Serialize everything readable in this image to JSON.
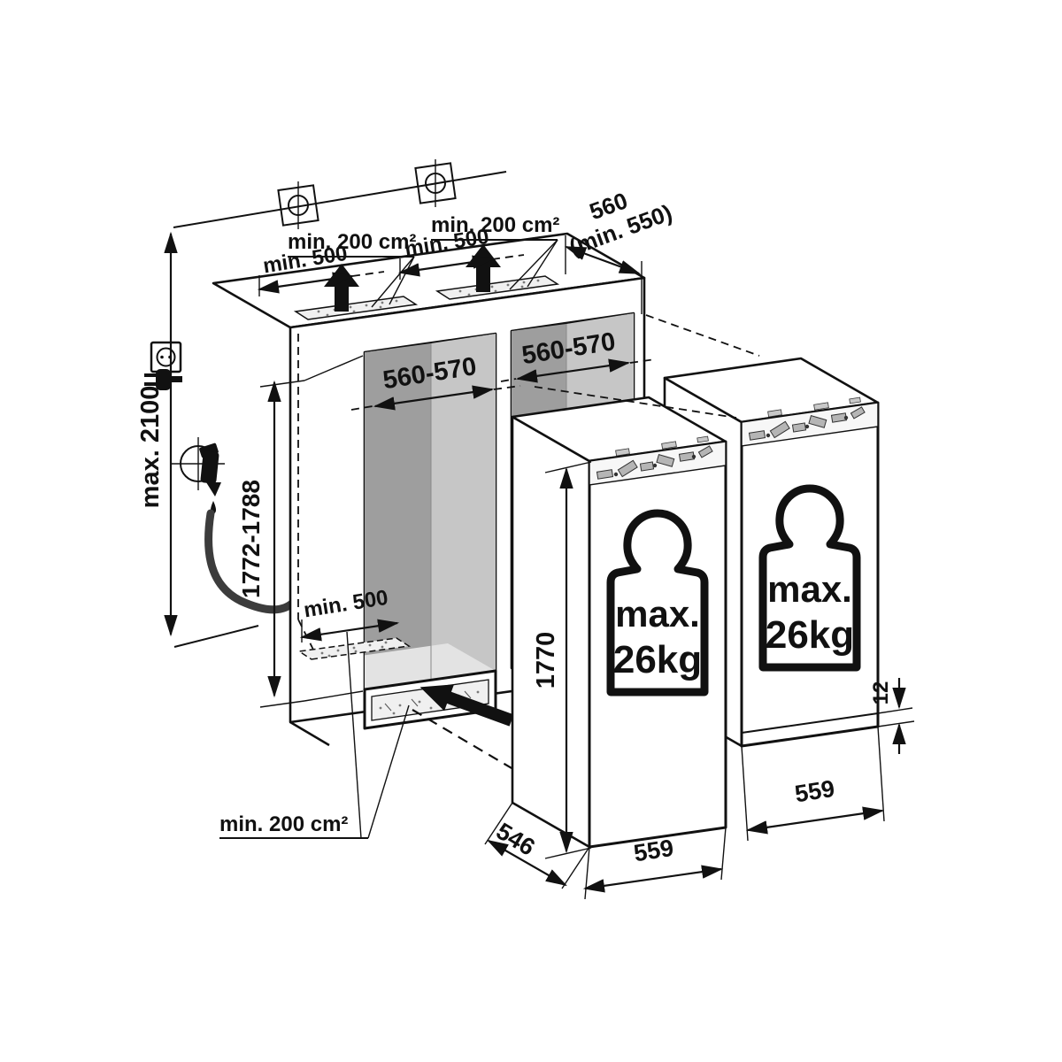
{
  "diagram": {
    "type": "built-in refrigerator installation drawing",
    "colors": {
      "line": "#111111",
      "niche_side_wall": "#9e9e9e",
      "niche_back_wall": "#c6c6c6",
      "niche_floor": "#e3e3e3",
      "vent_fill": "#f0f0f0",
      "hardware": "#b5b5b5"
    },
    "wall": {
      "max_height_label": "max. 2100"
    },
    "niche": {
      "height_label": "1772-1788",
      "width_label_left": "560-570",
      "width_label_right": "560-570",
      "depth_label": "560",
      "depth_min_label": "(min. 550)"
    },
    "ventilation": {
      "top_left_area": "min. 200 cm²",
      "top_right_area": "min. 200 cm²",
      "bottom_area": "min. 200 cm²",
      "clearance_top_left": "min. 500",
      "clearance_top_right": "min. 500",
      "clearance_bottom": "min. 500"
    },
    "appliance_left": {
      "height_label": "1770",
      "depth_label": "546",
      "width_label": "559",
      "door_weight_line1": "max.",
      "door_weight_line2": "26kg"
    },
    "appliance_right": {
      "width_label": "559",
      "bottom_gap_label": "12",
      "door_weight_line1": "max.",
      "door_weight_line2": "26kg"
    }
  }
}
